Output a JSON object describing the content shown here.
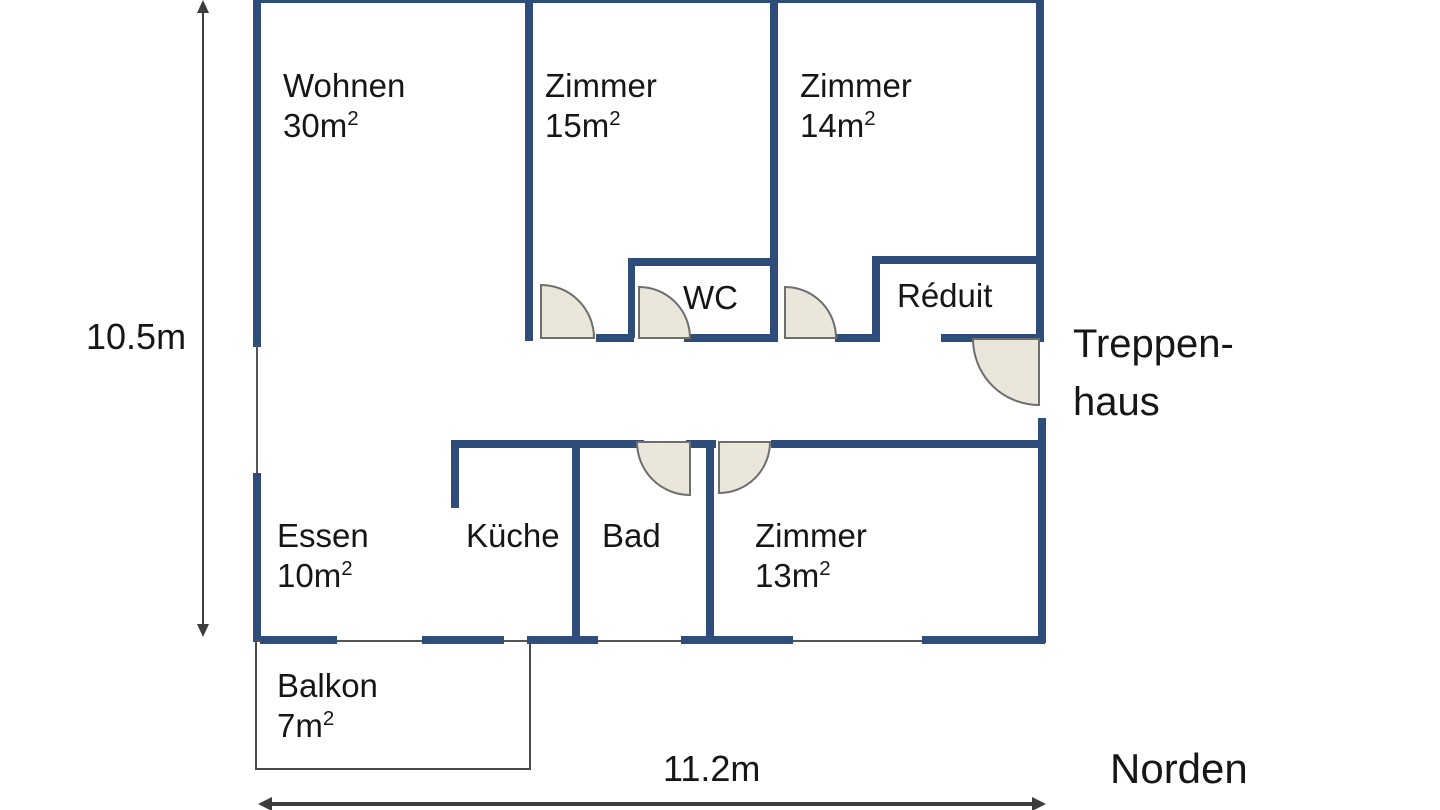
{
  "rooms": {
    "wohnen": {
      "name": "Wohnen",
      "area": "30m",
      "area_sup": "2"
    },
    "zimmer15": {
      "name": "Zimmer",
      "area": "15m",
      "area_sup": "2"
    },
    "zimmer14": {
      "name": "Zimmer",
      "area": "14m",
      "area_sup": "2"
    },
    "wc": {
      "name": "WC"
    },
    "reduit": {
      "name": "Réduit"
    },
    "treppenhaus": {
      "line1": "Treppen-",
      "line2": "haus"
    },
    "essen": {
      "name": "Essen",
      "area": "10m",
      "area_sup": "2"
    },
    "kueche": {
      "name": "Küche"
    },
    "bad": {
      "name": "Bad"
    },
    "zimmer13": {
      "name": "Zimmer",
      "area": "13m",
      "area_sup": "2"
    },
    "balkon": {
      "name": "Balkon",
      "area": "7m",
      "area_sup": "2"
    }
  },
  "dimensions": {
    "vertical": "10.5m",
    "horizontal": "11.2m"
  },
  "compass": {
    "north_label": "Norden"
  },
  "colors": {
    "wall": "#2e4d7b",
    "door_fill": "#eae6da",
    "door_stroke": "#6e6e6e",
    "dimension": "#3d3d3d"
  }
}
